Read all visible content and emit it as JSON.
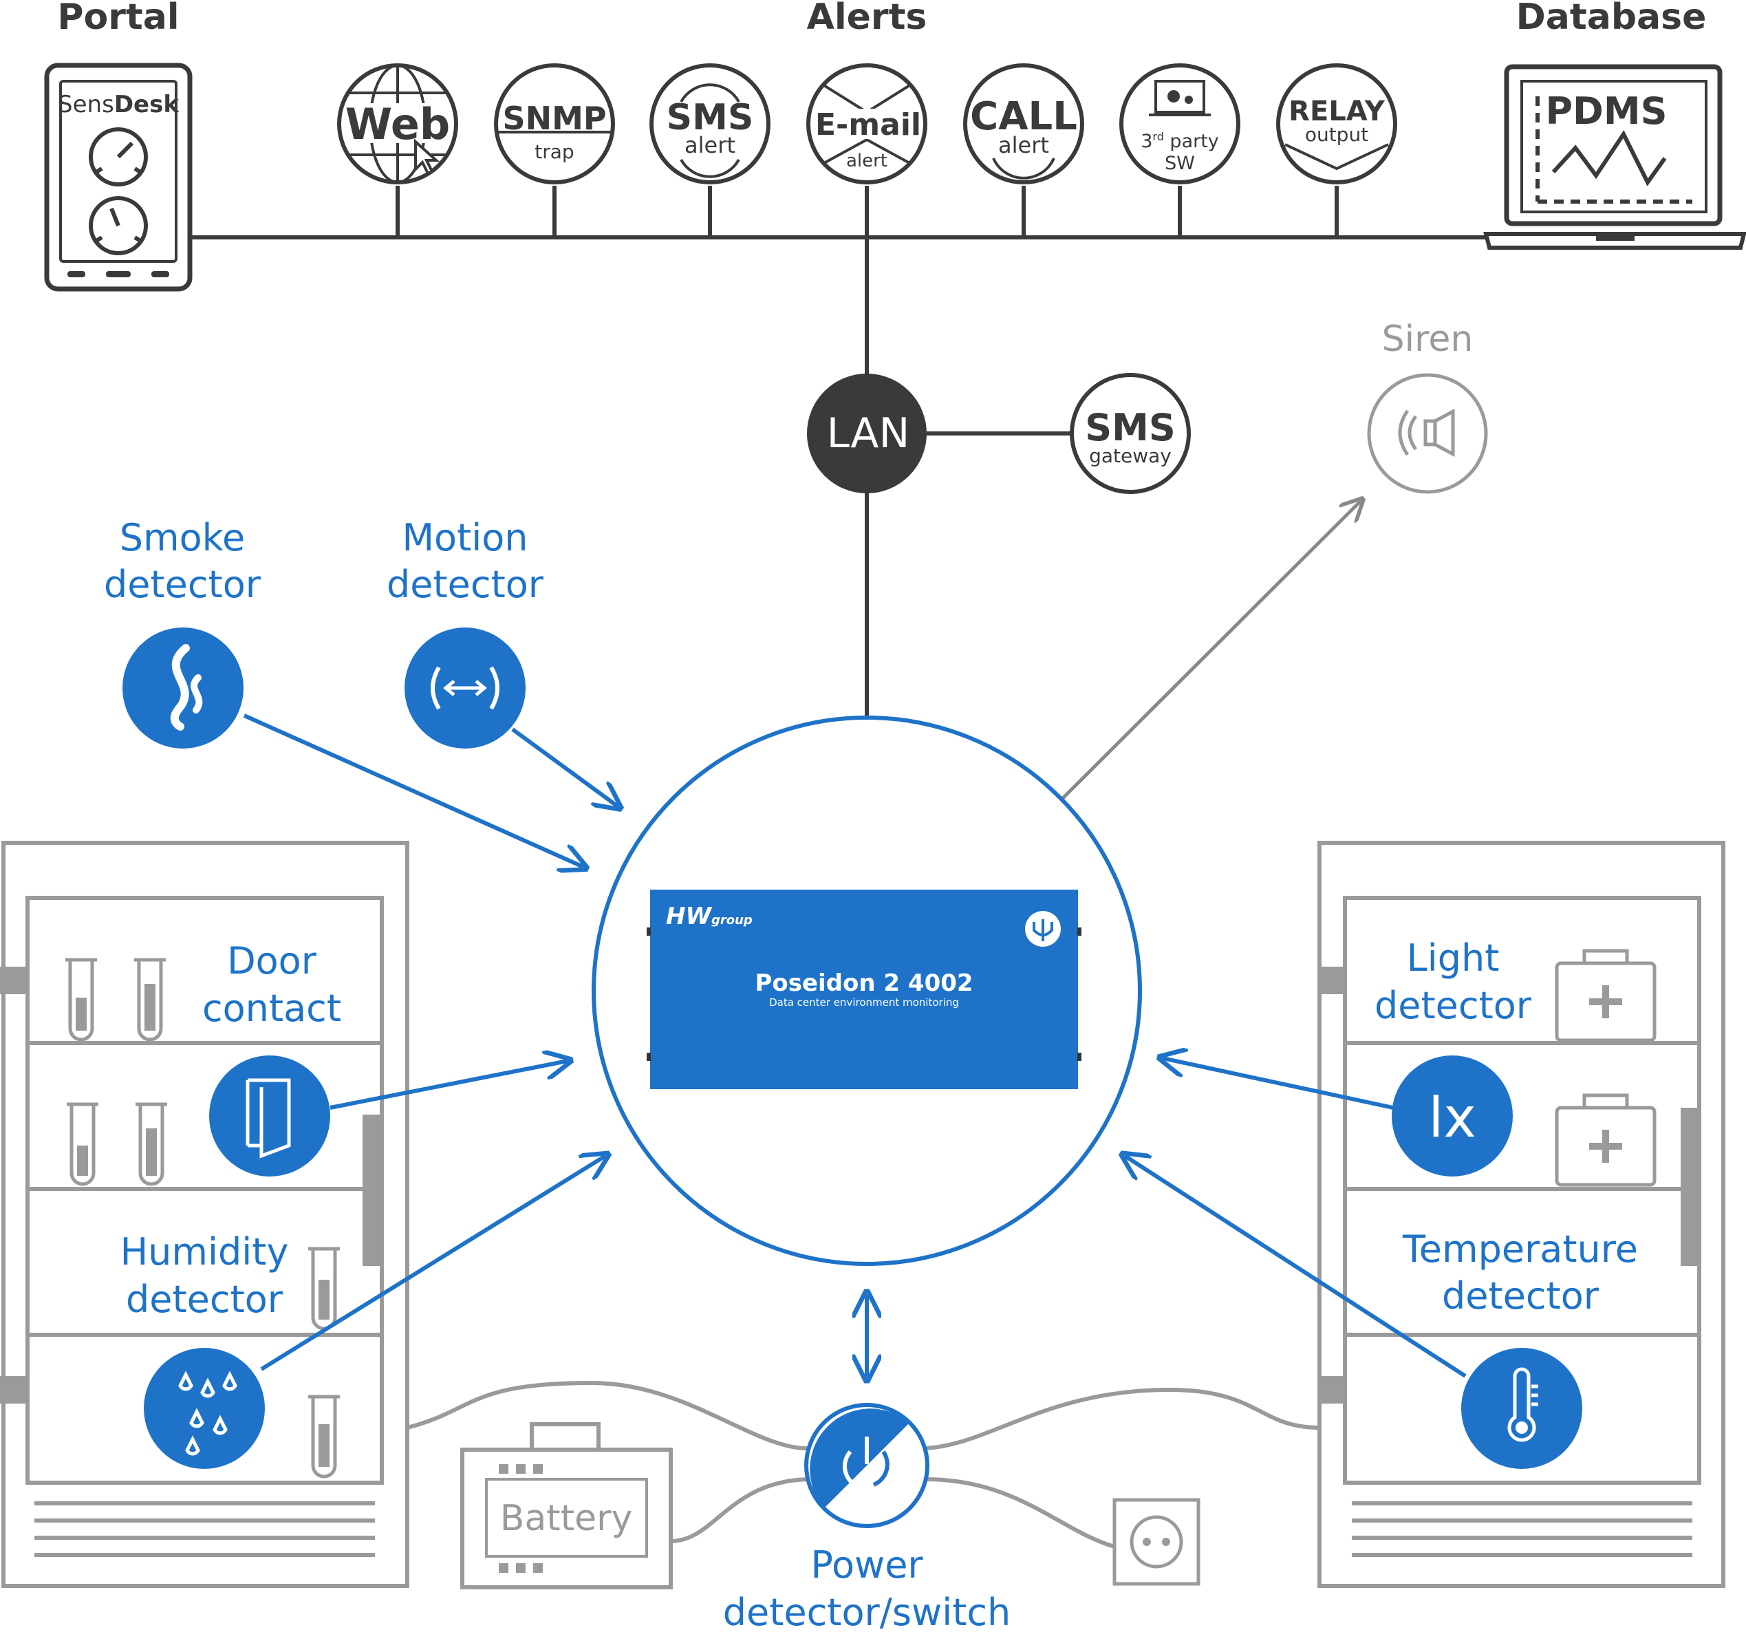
{
  "header": {
    "portal": "Portal",
    "alerts": "Alerts",
    "database": "Database"
  },
  "portal": {
    "brand_a": "Sens",
    "brand_b": "Desk"
  },
  "alerts": [
    {
      "id": "web",
      "line1": "Web",
      "line2": ""
    },
    {
      "id": "snmp",
      "line1": "SNMP",
      "line2": "trap"
    },
    {
      "id": "sms",
      "line1": "SMS",
      "line2": "alert"
    },
    {
      "id": "email",
      "line1": "E-mail",
      "line2": "alert"
    },
    {
      "id": "call",
      "line1": "CALL",
      "line2": "alert"
    },
    {
      "id": "third-party",
      "line1": "3",
      "sup": "rd",
      "line1b": " party",
      "line2": "SW"
    },
    {
      "id": "relay",
      "line1": "RELAY",
      "line2": "output"
    }
  ],
  "database": {
    "label": "PDMS"
  },
  "lan": {
    "label": "LAN"
  },
  "sms_gateway": {
    "line1": "SMS",
    "line2": "gateway"
  },
  "siren": {
    "label": "Siren"
  },
  "device": {
    "logo_a": "HW",
    "logo_b": "group",
    "name": "Poseidon 2 4002",
    "subtitle": "Data center environment monitoring"
  },
  "sensors": {
    "smoke": {
      "line1": "Smoke",
      "line2": "detector"
    },
    "motion": {
      "line1": "Motion",
      "line2": "detector"
    },
    "door": {
      "line1": "Door",
      "line2": "contact"
    },
    "humidity": {
      "line1": "Humidity",
      "line2": "detector"
    },
    "light": {
      "line1": "Light",
      "line2": "detector",
      "icon_text": "lx"
    },
    "temperature": {
      "line1": "Temperature",
      "line2": "detector"
    },
    "power": {
      "line1": "Power",
      "line2": "detector/switch"
    }
  },
  "battery": {
    "label": "Battery"
  },
  "colors": {
    "blue": "#1e73c8",
    "dark": "#3a3a3a",
    "gray": "#888888",
    "light_gray": "#9a9a9a"
  }
}
